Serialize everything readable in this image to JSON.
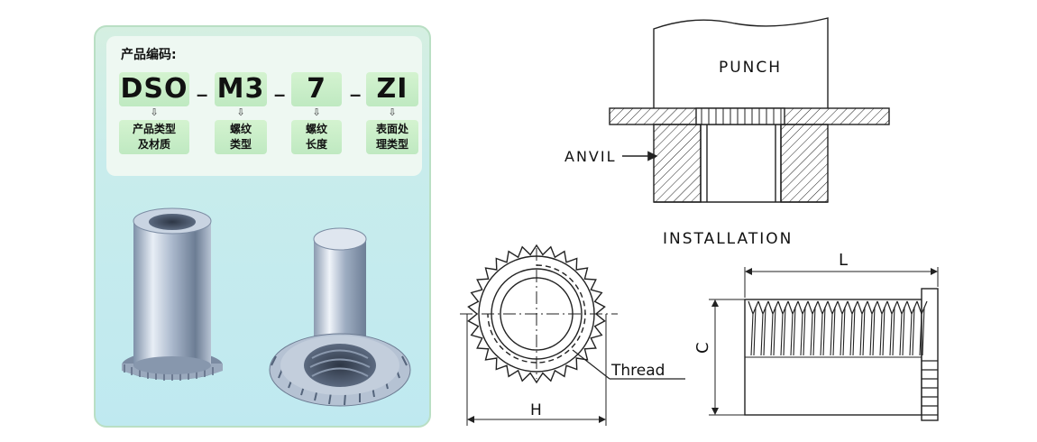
{
  "product_code": {
    "title": "产品编码:",
    "segments": [
      {
        "code": "DSO",
        "arrow": "⇩",
        "desc": "产品类型\n及材质"
      },
      {
        "code": "M3",
        "arrow": "⇩",
        "desc": "螺纹\n类型"
      },
      {
        "code": "7",
        "arrow": "⇩",
        "desc": "螺纹\n长度"
      },
      {
        "code": "ZI",
        "arrow": "⇩",
        "desc": "表面处\n理类型"
      }
    ],
    "separator": "–"
  },
  "installation": {
    "punch_label": "PUNCH",
    "anvil_label": "ANVIL",
    "caption": "INSTALLATION"
  },
  "front_view": {
    "thread_label": "Thread",
    "dimension_label": "H"
  },
  "side_view": {
    "length_label": "L",
    "diameter_label": "C"
  },
  "colors": {
    "card_gradient_top": "#d5efe1",
    "card_gradient_bottom": "#bfe9f0",
    "code_box": "#c8edc6",
    "line": "#222222"
  }
}
